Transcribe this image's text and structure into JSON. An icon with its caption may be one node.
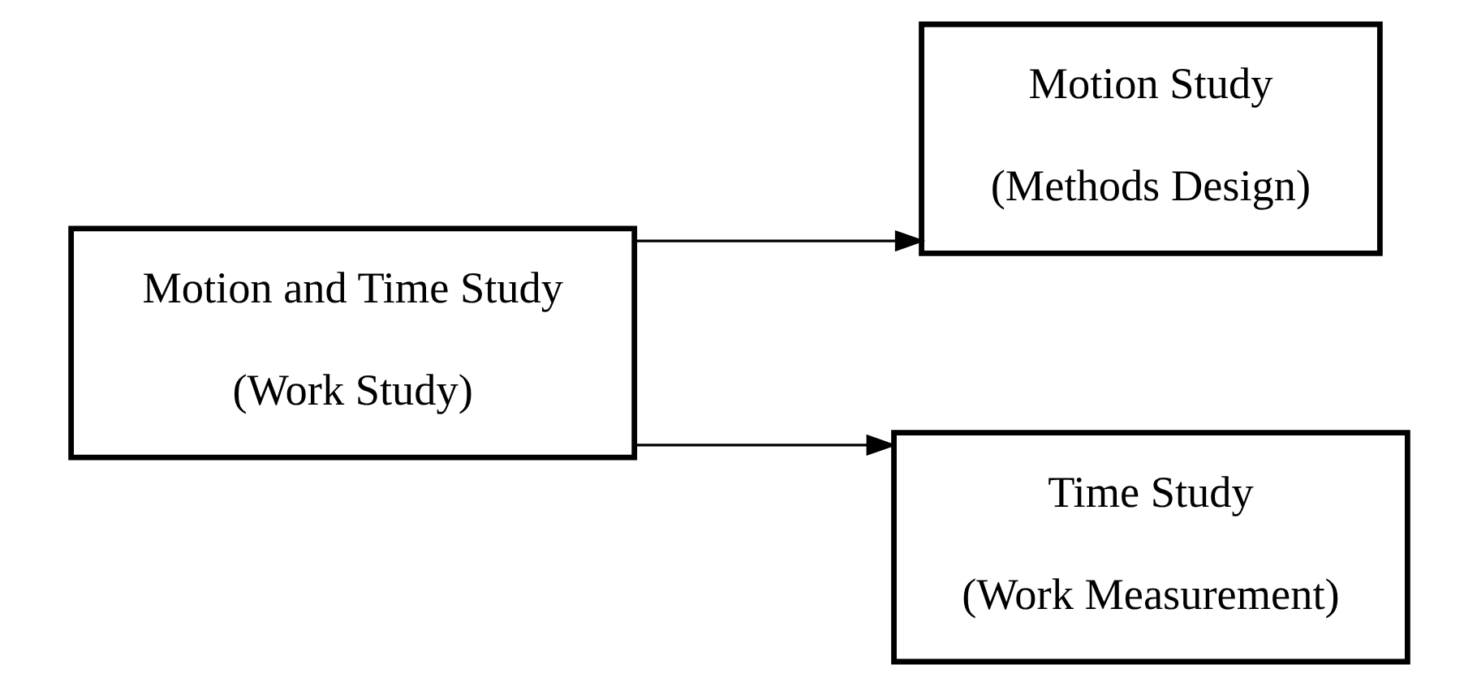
{
  "diagram": {
    "nodes": [
      {
        "text": [
          "Motion and Time Study",
          "(Work Study)"
        ]
      },
      {
        "text": [
          "Motion Study",
          "(Methods Design)"
        ]
      },
      {
        "text": [
          "Time Study",
          "(Work Measurement)"
        ]
      }
    ],
    "edges": [
      {
        "from": 0,
        "to": 1,
        "arrow": "to"
      },
      {
        "from": 0,
        "to": 2,
        "arrow": "to"
      }
    ]
  }
}
